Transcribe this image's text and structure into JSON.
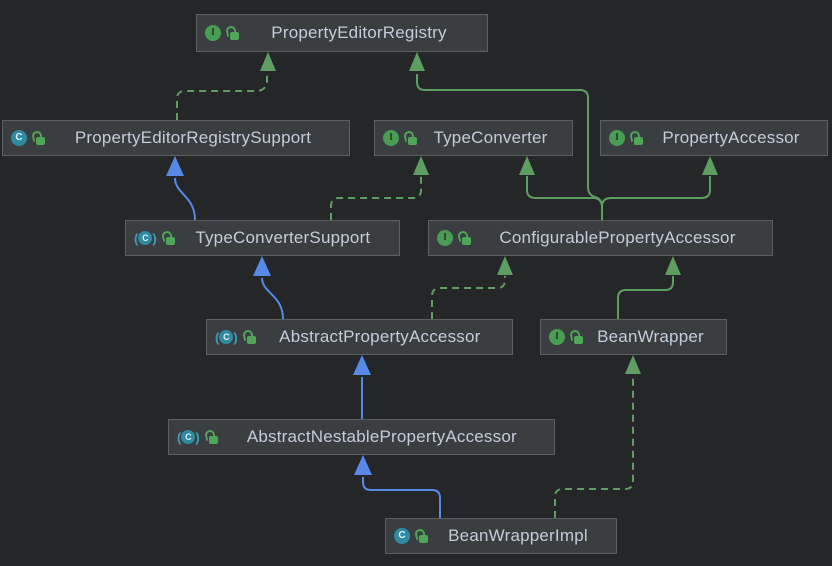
{
  "diagram": {
    "type": "uml-class-diagram",
    "icon_glyphs": {
      "paren_open": "(",
      "paren_close": ")"
    },
    "nodes": [
      {
        "id": "PropertyEditorRegistry",
        "label": "PropertyEditorRegistry",
        "kind": "interface",
        "icon_glyph": "I",
        "modifier": "public"
      },
      {
        "id": "PropertyEditorRegistrySupport",
        "label": "PropertyEditorRegistrySupport",
        "kind": "class",
        "icon_glyph": "C",
        "modifier": "public"
      },
      {
        "id": "TypeConverter",
        "label": "TypeConverter",
        "kind": "interface",
        "icon_glyph": "I",
        "modifier": "public"
      },
      {
        "id": "PropertyAccessor",
        "label": "PropertyAccessor",
        "kind": "interface",
        "icon_glyph": "I",
        "modifier": "public"
      },
      {
        "id": "TypeConverterSupport",
        "label": "TypeConverterSupport",
        "kind": "abstract-class",
        "icon_glyph": "C",
        "modifier": "public"
      },
      {
        "id": "ConfigurablePropertyAccessor",
        "label": "ConfigurablePropertyAccessor",
        "kind": "interface",
        "icon_glyph": "I",
        "modifier": "public"
      },
      {
        "id": "AbstractPropertyAccessor",
        "label": "AbstractPropertyAccessor",
        "kind": "abstract-class",
        "icon_glyph": "C",
        "modifier": "public"
      },
      {
        "id": "BeanWrapper",
        "label": "BeanWrapper",
        "kind": "interface",
        "icon_glyph": "I",
        "modifier": "public"
      },
      {
        "id": "AbstractNestablePropertyAccessor",
        "label": "AbstractNestablePropertyAccessor",
        "kind": "abstract-class",
        "icon_glyph": "C",
        "modifier": "public"
      },
      {
        "id": "BeanWrapperImpl",
        "label": "BeanWrapperImpl",
        "kind": "class",
        "icon_glyph": "C",
        "modifier": "public"
      }
    ],
    "edges": [
      {
        "from": "PropertyEditorRegistrySupport",
        "to": "PropertyEditorRegistry",
        "relation": "implements",
        "line": "dashed",
        "color": "#5f9e62"
      },
      {
        "from": "ConfigurablePropertyAccessor",
        "to": "PropertyEditorRegistry",
        "relation": "extends",
        "line": "solid",
        "color": "#5f9e62"
      },
      {
        "from": "ConfigurablePropertyAccessor",
        "to": "TypeConverter",
        "relation": "extends",
        "line": "solid",
        "color": "#5f9e62"
      },
      {
        "from": "ConfigurablePropertyAccessor",
        "to": "PropertyAccessor",
        "relation": "extends",
        "line": "solid",
        "color": "#5f9e62"
      },
      {
        "from": "TypeConverterSupport",
        "to": "TypeConverter",
        "relation": "implements",
        "line": "dashed",
        "color": "#5f9e62"
      },
      {
        "from": "TypeConverterSupport",
        "to": "PropertyEditorRegistrySupport",
        "relation": "extends",
        "line": "solid",
        "color": "#5689e8"
      },
      {
        "from": "AbstractPropertyAccessor",
        "to": "TypeConverterSupport",
        "relation": "extends",
        "line": "solid",
        "color": "#5689e8"
      },
      {
        "from": "AbstractPropertyAccessor",
        "to": "ConfigurablePropertyAccessor",
        "relation": "implements",
        "line": "dashed",
        "color": "#5f9e62"
      },
      {
        "from": "BeanWrapper",
        "to": "ConfigurablePropertyAccessor",
        "relation": "extends",
        "line": "solid",
        "color": "#5f9e62"
      },
      {
        "from": "AbstractNestablePropertyAccessor",
        "to": "AbstractPropertyAccessor",
        "relation": "extends",
        "line": "solid",
        "color": "#5689e8"
      },
      {
        "from": "BeanWrapperImpl",
        "to": "AbstractNestablePropertyAccessor",
        "relation": "extends",
        "line": "solid",
        "color": "#5689e8"
      },
      {
        "from": "BeanWrapperImpl",
        "to": "BeanWrapper",
        "relation": "implements",
        "line": "dashed",
        "color": "#5f9e62"
      }
    ],
    "colors": {
      "background": "#242628",
      "node_fill": "#3b3e40",
      "node_border": "#5d6062",
      "node_text": "#c3ccda",
      "interface_edge": "#5f9e62",
      "class_extends_edge": "#5689e8",
      "interface_icon": "#499c54",
      "class_icon": "#2e8ba3",
      "lock_icon": "#4fa558"
    }
  }
}
